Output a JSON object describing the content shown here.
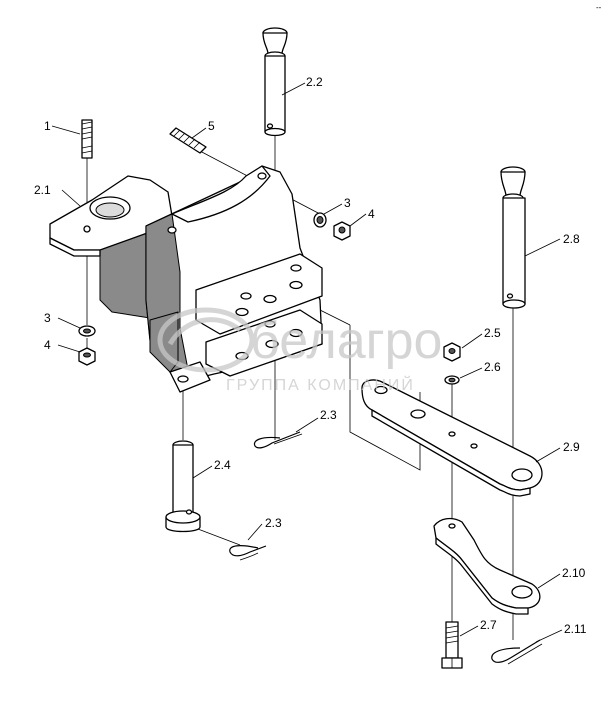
{
  "corner_mark": "--",
  "watermark": {
    "brand": "белагро",
    "subtitle": "ГРУППА КОМПАНИЙ"
  },
  "callouts": {
    "c1": "1",
    "c2_1": "2.1",
    "c2_2": "2.2",
    "c5": "5",
    "c3_top": "3",
    "c4_top": "4",
    "c2_8": "2.8",
    "c3_left": "3",
    "c4_left": "4",
    "c2_5": "2.5",
    "c2_6": "2.6",
    "c2_3_mid": "2.3",
    "c2_9": "2.9",
    "c2_4": "2.4",
    "c2_3_low": "2.3",
    "c2_10": "2.10",
    "c2_7": "2.7",
    "c2_11": "2.11"
  }
}
